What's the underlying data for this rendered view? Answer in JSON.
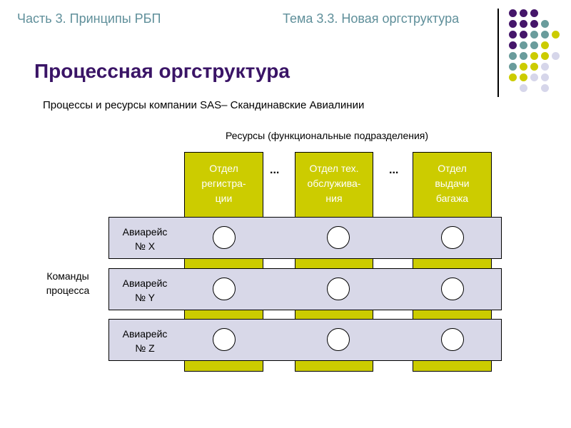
{
  "header": {
    "part": "Часть 3. Принципы РБП",
    "topic": "Тема 3.3. Новая оргструктура"
  },
  "title": "Процессная оргструктура",
  "subtitle": "Процессы и ресурсы компании SAS– Скандинавские Авиалинии",
  "resources_label": "Ресурсы (функциональные подразделения)",
  "departments": [
    {
      "lines": [
        "Отдел",
        "регистра-",
        "ции"
      ]
    },
    {
      "lines": [
        "Отдел тех.",
        "обслужива-",
        "ния"
      ]
    },
    {
      "lines": [
        "Отдел",
        "выдачи",
        "багажа"
      ]
    }
  ],
  "ellipsis": "...",
  "teams_label": [
    "Команды",
    "процесса"
  ],
  "flights": [
    {
      "lines": [
        "Авиарейс",
        "№ X"
      ]
    },
    {
      "lines": [
        "Авиарейс",
        "№ Y"
      ]
    },
    {
      "lines": [
        "Авиарейс",
        "№ Z"
      ]
    }
  ],
  "colors": {
    "department": "#cccc00",
    "flight": "#d8d8e8",
    "title": "#3a1466",
    "header": "#5f8f9a"
  },
  "decor_dots": [
    [
      "P",
      "P",
      "P",
      "",
      ""
    ],
    [
      "P",
      "P",
      "P",
      "T",
      ""
    ],
    [
      "P",
      "P",
      "T",
      "T",
      "Y"
    ],
    [
      "P",
      "T",
      "T",
      "Y",
      ""
    ],
    [
      "T",
      "T",
      "Y",
      "Y",
      "L"
    ],
    [
      "T",
      "Y",
      "Y",
      "L",
      ""
    ],
    [
      "Y",
      "Y",
      "L",
      "L",
      ""
    ],
    [
      "",
      "L",
      "",
      "L",
      ""
    ]
  ]
}
